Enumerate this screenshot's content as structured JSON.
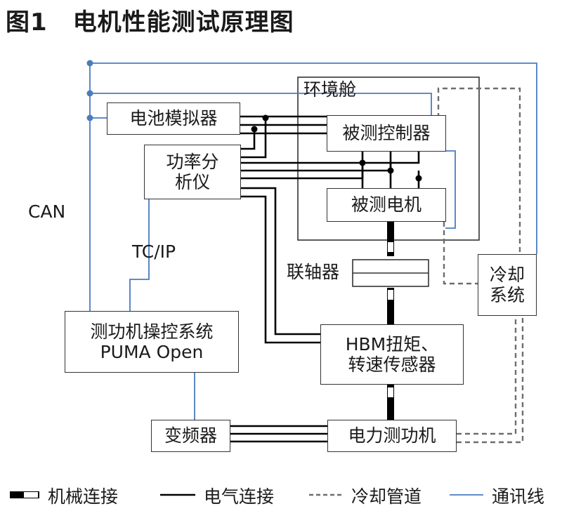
{
  "figure": {
    "number": "图1",
    "title": "电机性能测试原理图"
  },
  "boxes": {
    "environment_chamber": "环境舱",
    "battery_simulator": "电池模拟器",
    "dut_controller": "被测控制器",
    "power_analyzer": [
      "功率分",
      "析仪"
    ],
    "dut_motor": "被测电机",
    "coupling": "联轴器",
    "cooling_system": [
      "冷却",
      "系统"
    ],
    "torque_sensor": [
      "HBM扭矩、",
      "转速传感器"
    ],
    "dyno_control": [
      "测功机操控系统",
      "PUMA Open"
    ],
    "inverter": "变频器",
    "dynamometer": "电力测功机"
  },
  "labels": {
    "can": "CAN",
    "tcip": "TC/IP"
  },
  "legend": [
    {
      "type": "mechanical",
      "label": "机械连接"
    },
    {
      "type": "electrical",
      "label": "电气连接"
    },
    {
      "type": "cooling",
      "label": "冷却管道"
    },
    {
      "type": "communication",
      "label": "通讯线"
    }
  ],
  "colors": {
    "communication": "#4a7cc0",
    "electrical": "#000000",
    "cooling": "#6e6e6e",
    "box_border": "#333333"
  }
}
